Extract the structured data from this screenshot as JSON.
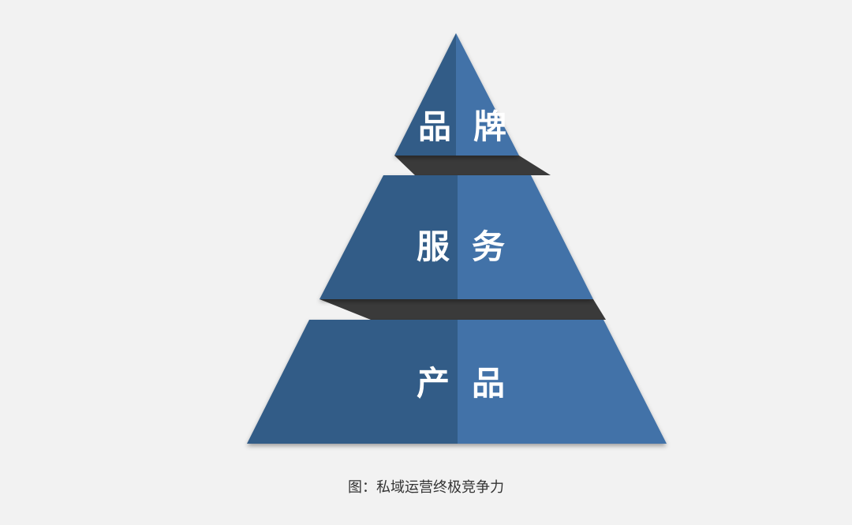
{
  "tiers": [
    {
      "label": "品牌"
    },
    {
      "label": "服务"
    },
    {
      "label": "产品"
    }
  ],
  "caption": "图：私域运营终极竞争力",
  "colors": {
    "face_light": "#4272a8",
    "face_dark": "#335c87",
    "step_shadow": "#3a3a3a",
    "background": "#f2f2f2"
  }
}
